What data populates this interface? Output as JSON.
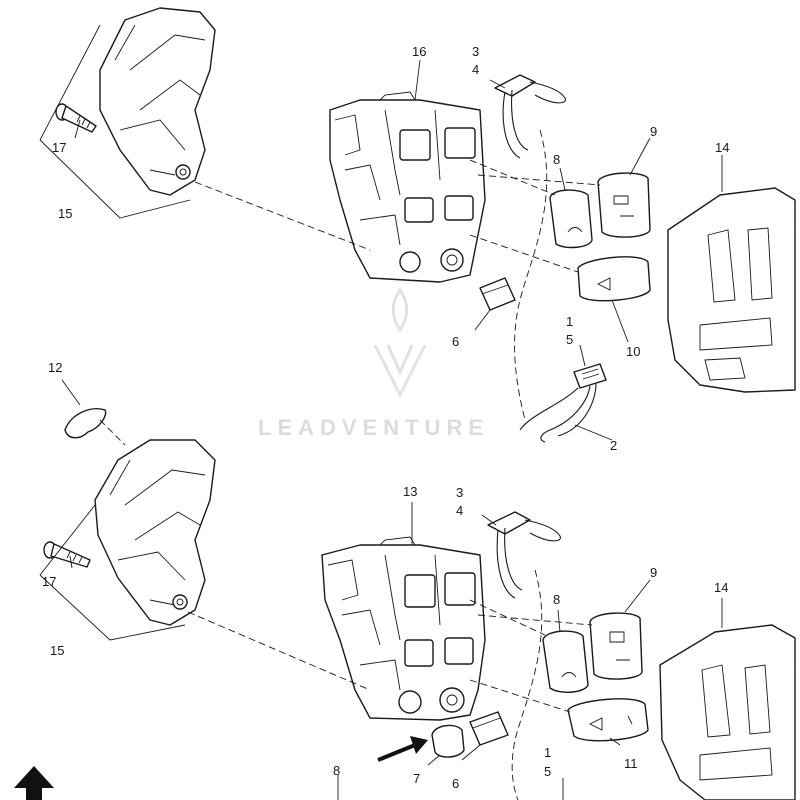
{
  "watermark": {
    "text": "LEADVENTURE"
  },
  "callouts_upper": {
    "c16": "16",
    "c3": "3",
    "c4": "4",
    "c17": "17",
    "c15": "15",
    "c8": "8",
    "c9": "9",
    "c14": "14",
    "c6": "6",
    "c10": "10",
    "c1": "1",
    "c5": "5",
    "c2": "2"
  },
  "callouts_lower": {
    "c12": "12",
    "c13": "13",
    "c3": "3",
    "c4": "4",
    "c17": "17",
    "c15": "15",
    "c8": "8",
    "c9": "9",
    "c14": "14",
    "c1": "1",
    "c5": "5",
    "c11": "11",
    "c7": "7",
    "c6": "6",
    "c8b": "8"
  },
  "colors": {
    "line": "#1a1a1a",
    "watermark": "#dcdcdc",
    "background": "#ffffff"
  }
}
